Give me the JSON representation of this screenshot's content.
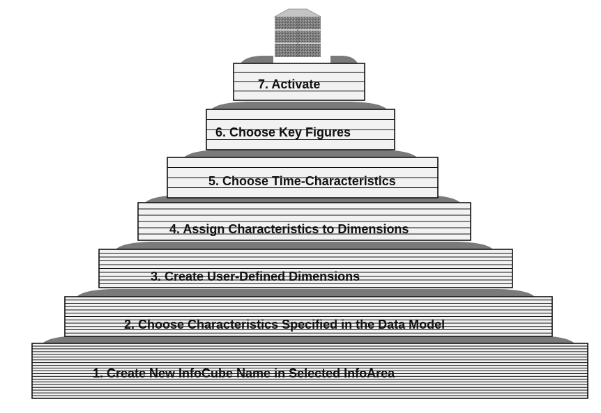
{
  "diagram": {
    "steps": [
      {
        "number": 1,
        "label": "1. Create New InfoCube Name in Selected InfoArea"
      },
      {
        "number": 2,
        "label": "2. Choose Characteristics Specified in the Data Model"
      },
      {
        "number": 3,
        "label": "3. Create User-Defined Dimensions"
      },
      {
        "number": 4,
        "label": "4. Assign Characteristics to Dimensions"
      },
      {
        "number": 5,
        "label": "5. Choose Time-Characteristics"
      },
      {
        "number": 6,
        "label": "6. Choose Key Figures"
      },
      {
        "number": 7,
        "label": "7. Activate"
      }
    ],
    "top_icon": "infocube-icon",
    "colors": {
      "block_fill": "#f2f2f2",
      "block_stroke": "#111111",
      "ramp_fill": "#7a7a7a",
      "cube_dark": "#5a5a5a",
      "cube_light": "#b5b5b5"
    }
  }
}
